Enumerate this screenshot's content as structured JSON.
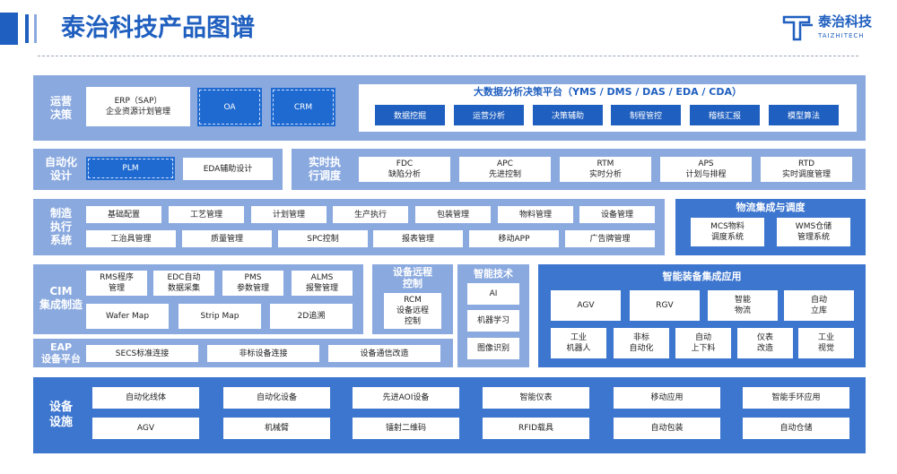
{
  "header": {
    "title": "泰治科技产品图谱",
    "logo_cn": "泰治科技",
    "logo_en": "TAIZHITECH"
  },
  "ops": {
    "label": "运营\n决策",
    "erp": "ERP（SAP）\n企业资源计划管理",
    "oa": "OA",
    "crm": "CRM",
    "bigdata_title": "大数据分析决策平台（YMS / DMS / DAS / EDA / CDA）",
    "bigdata_items": [
      "数据挖掘",
      "运营分析",
      "决策辅助",
      "制程管控",
      "稽核汇报",
      "模型算法"
    ]
  },
  "auto": {
    "label": "自动化\n设计",
    "plm": "PLM",
    "eda": "EDA辅助设计",
    "rt_label": "实时执\n行调度",
    "rt_items": [
      "FDC\n缺陷分析",
      "APC\n先进控制",
      "RTM\n实时分析",
      "APS\n计划与排程",
      "RTD\n实时调度管理"
    ]
  },
  "mes": {
    "label": "制造\n执行\n系统",
    "row1": [
      "基础配置",
      "工艺管理",
      "计划管理",
      "生产执行",
      "包装管理",
      "物料管理",
      "设备管理"
    ],
    "row2": [
      "工治具管理",
      "质量管理",
      "SPC控制",
      "报表管理",
      "移动APP",
      "广告牌管理"
    ],
    "logistics_title": "物流集成与调度",
    "logistics_items": [
      "MCS物料\n调度系统",
      "WMS仓储\n管理系统"
    ]
  },
  "cim": {
    "label": "CIM\n集成制造",
    "top": [
      "RMS程序\n管理",
      "EDC自动\n数据采集",
      "PMS\n参数管理",
      "ALMS\n报警管理"
    ],
    "mid": [
      "Wafer Map",
      "Strip Map",
      "2D追溯"
    ],
    "eap_label": "EAP\n设备平台",
    "eap_items": [
      "SECS标准连接",
      "非标设备连接",
      "设备通信改造"
    ]
  },
  "remote": {
    "title": "设备远程\n控制",
    "item": "RCM\n设备远程\n控制"
  },
  "ai": {
    "title": "智能技术",
    "items": [
      "AI",
      "机器学习",
      "图像识别"
    ]
  },
  "smart": {
    "title": "智能装备集成应用",
    "row1": [
      "AGV",
      "RGV",
      "智能\n物流",
      "自动\n立库"
    ],
    "row2": [
      "工业\n机器人",
      "非标\n自动化",
      "自动\n上下料",
      "仪表\n改造",
      "工业\n视觉"
    ]
  },
  "devices": {
    "label": "设备\n设施",
    "row1": [
      "自动化线体",
      "自动化设备",
      "先进AOI设备",
      "智能仪表",
      "移动应用",
      "智能手环应用"
    ],
    "row2": [
      "AGV",
      "机械臂",
      "镭射二维码",
      "RFID载具",
      "自动包装",
      "自动仓储"
    ]
  },
  "colors": {
    "panel_light": "#8aa9df",
    "panel_dark": "#3d76cf",
    "button_blue": "#1f5fbf",
    "title_blue": "#1f5fbf"
  }
}
